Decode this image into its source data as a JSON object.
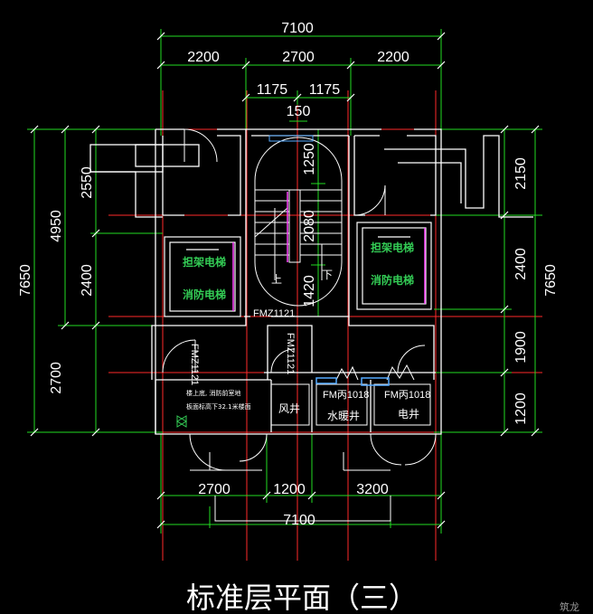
{
  "dimensions": {
    "top_total": "7100",
    "top_left": "2200",
    "top_mid": "2700",
    "top_right": "2200",
    "top_sub_left": "1175",
    "top_sub_right": "1175",
    "top_small": "150",
    "left_outer": "7650",
    "left_mid": "4950",
    "left_a": "2550",
    "left_b": "2400",
    "left_c": "2700",
    "mid_a": "1250",
    "mid_b": "2080",
    "mid_c": "1420",
    "right_outer": "7650",
    "right_a": "2150",
    "right_b": "2400",
    "right_c": "1900",
    "right_d": "1200",
    "bottom_left": "2700",
    "bottom_mid": "1200",
    "bottom_right": "3200",
    "bottom_total": "7100"
  },
  "elevators": {
    "left_line1": "担架电梯",
    "left_line2": "消防电梯",
    "right_line1": "担架电梯",
    "right_line2": "消防电梯"
  },
  "doors": {
    "stair_door": "FMZ1121",
    "left_door": "FMZ1121",
    "mid_door": "FMZ1121",
    "shaft1_door": "FM丙1018",
    "shaft2_door": "FM丙1018"
  },
  "rooms": {
    "air_shaft": "风井",
    "water_shaft": "水暖井",
    "electric_shaft": "电井"
  },
  "stair": {
    "up": "上",
    "down": "下"
  },
  "note": {
    "line1": "楼上底, 消防前室地",
    "line2": "板面标高下32.1米楼面"
  },
  "title": "标准层平面（三）",
  "watermark": "筑龙"
}
